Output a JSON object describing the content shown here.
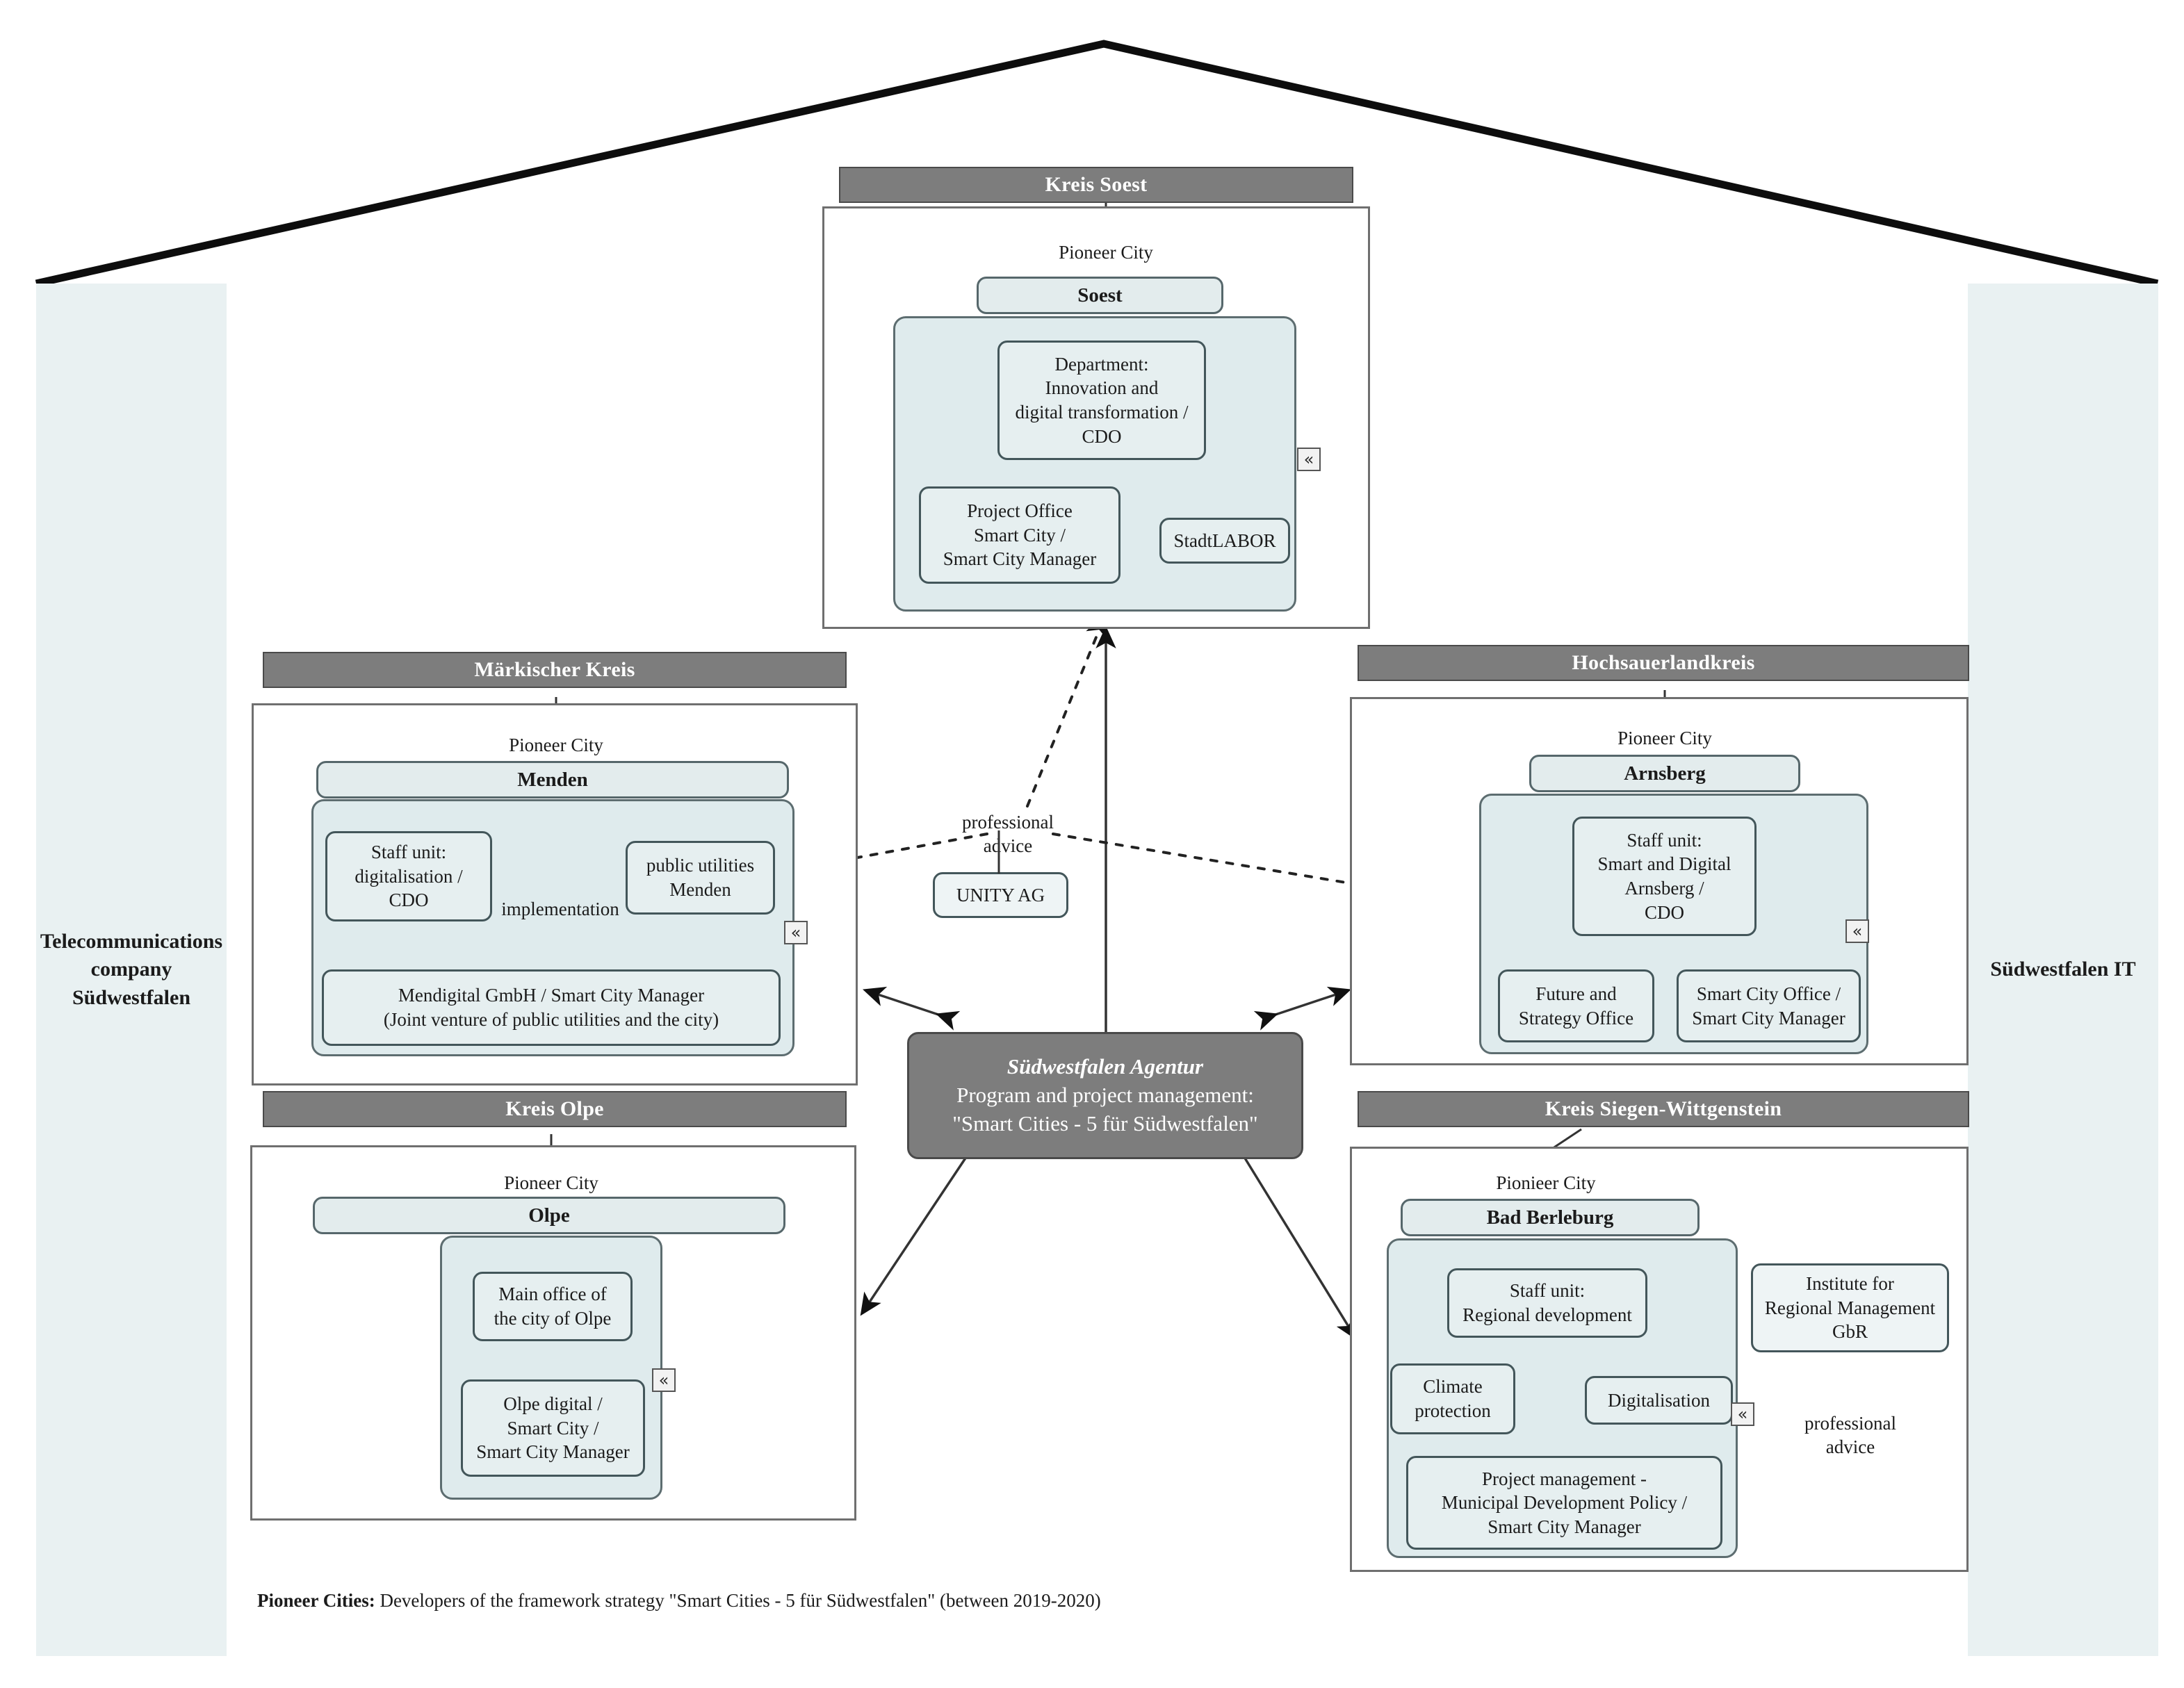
{
  "pillars": {
    "left": "Telecommunications\ncompany\nSüdwestfalen",
    "right": "Südwestfalen\nIT"
  },
  "counties": [
    {
      "id": "soest",
      "header": "Kreis Soest",
      "relation_label": "Pioneer City",
      "city": "Soest",
      "units": [
        "Department:\nInnovation and\ndigital transformation /\nCDO",
        "Project Office\nSmart City /\nSmart City Manager",
        "StadtLABOR"
      ]
    },
    {
      "id": "maerkischer",
      "header": "Märkischer Kreis",
      "relation_label": "Pioneer City",
      "city": "Menden",
      "edge_label": "implementation",
      "units": [
        "Staff unit:\ndigitalisation /\nCDO",
        "public utilities\nMenden",
        "Mendigital GmbH / Smart City Manager\n(Joint venture of public utilities and the city)"
      ]
    },
    {
      "id": "hochsauerland",
      "header": "Hochsauerlandkreis",
      "relation_label": "Pioneer City",
      "city": "Arnsberg",
      "units": [
        "Staff unit:\nSmart and Digital\nArnsberg /\nCDO",
        "Future and\nStrategy Office",
        "Smart City Office /\nSmart City Manager"
      ]
    },
    {
      "id": "olpe",
      "header": "Kreis Olpe",
      "relation_label": "Pioneer City",
      "city": "Olpe",
      "units": [
        "Main office of\nthe city of Olpe",
        "Olpe digital /\nSmart City /\nSmart City Manager"
      ]
    },
    {
      "id": "siegen",
      "header": "Kreis Siegen-Wittgenstein",
      "relation_label": "Pionieer City",
      "city": "Bad Berleburg",
      "units": [
        "Staff unit:\nRegional development",
        "Climate\nprotection",
        "Digitalisation",
        "Project management -\nMunicipal Development Policy /\nSmart City Manager"
      ],
      "external_partner": "Institute for\nRegional Management\nGbR",
      "external_relation": "professional\nadvice"
    }
  ],
  "agency": {
    "name": "Südwestfalen Agentur",
    "line1": "Program and project management:",
    "line2": "\"Smart Cities - 5 für Südwestfalen\""
  },
  "advisor": {
    "relation": "professional\nadvice",
    "name": "UNITY AG"
  },
  "icons": {
    "chevron": "«"
  },
  "footnote": {
    "bold": "Pioneer Cities:",
    "rest": " Developers of the framework strategy \"Smart Cities - 5 für Südwestfalen\" (between 2019-2020)"
  },
  "colors": {
    "header_gray": "#7d7d7d",
    "pillar_blue": "#e9f1f2",
    "unit_blue": "#e6eff0",
    "shade_blue": "#dfebed",
    "stroke": "#43565a"
  }
}
